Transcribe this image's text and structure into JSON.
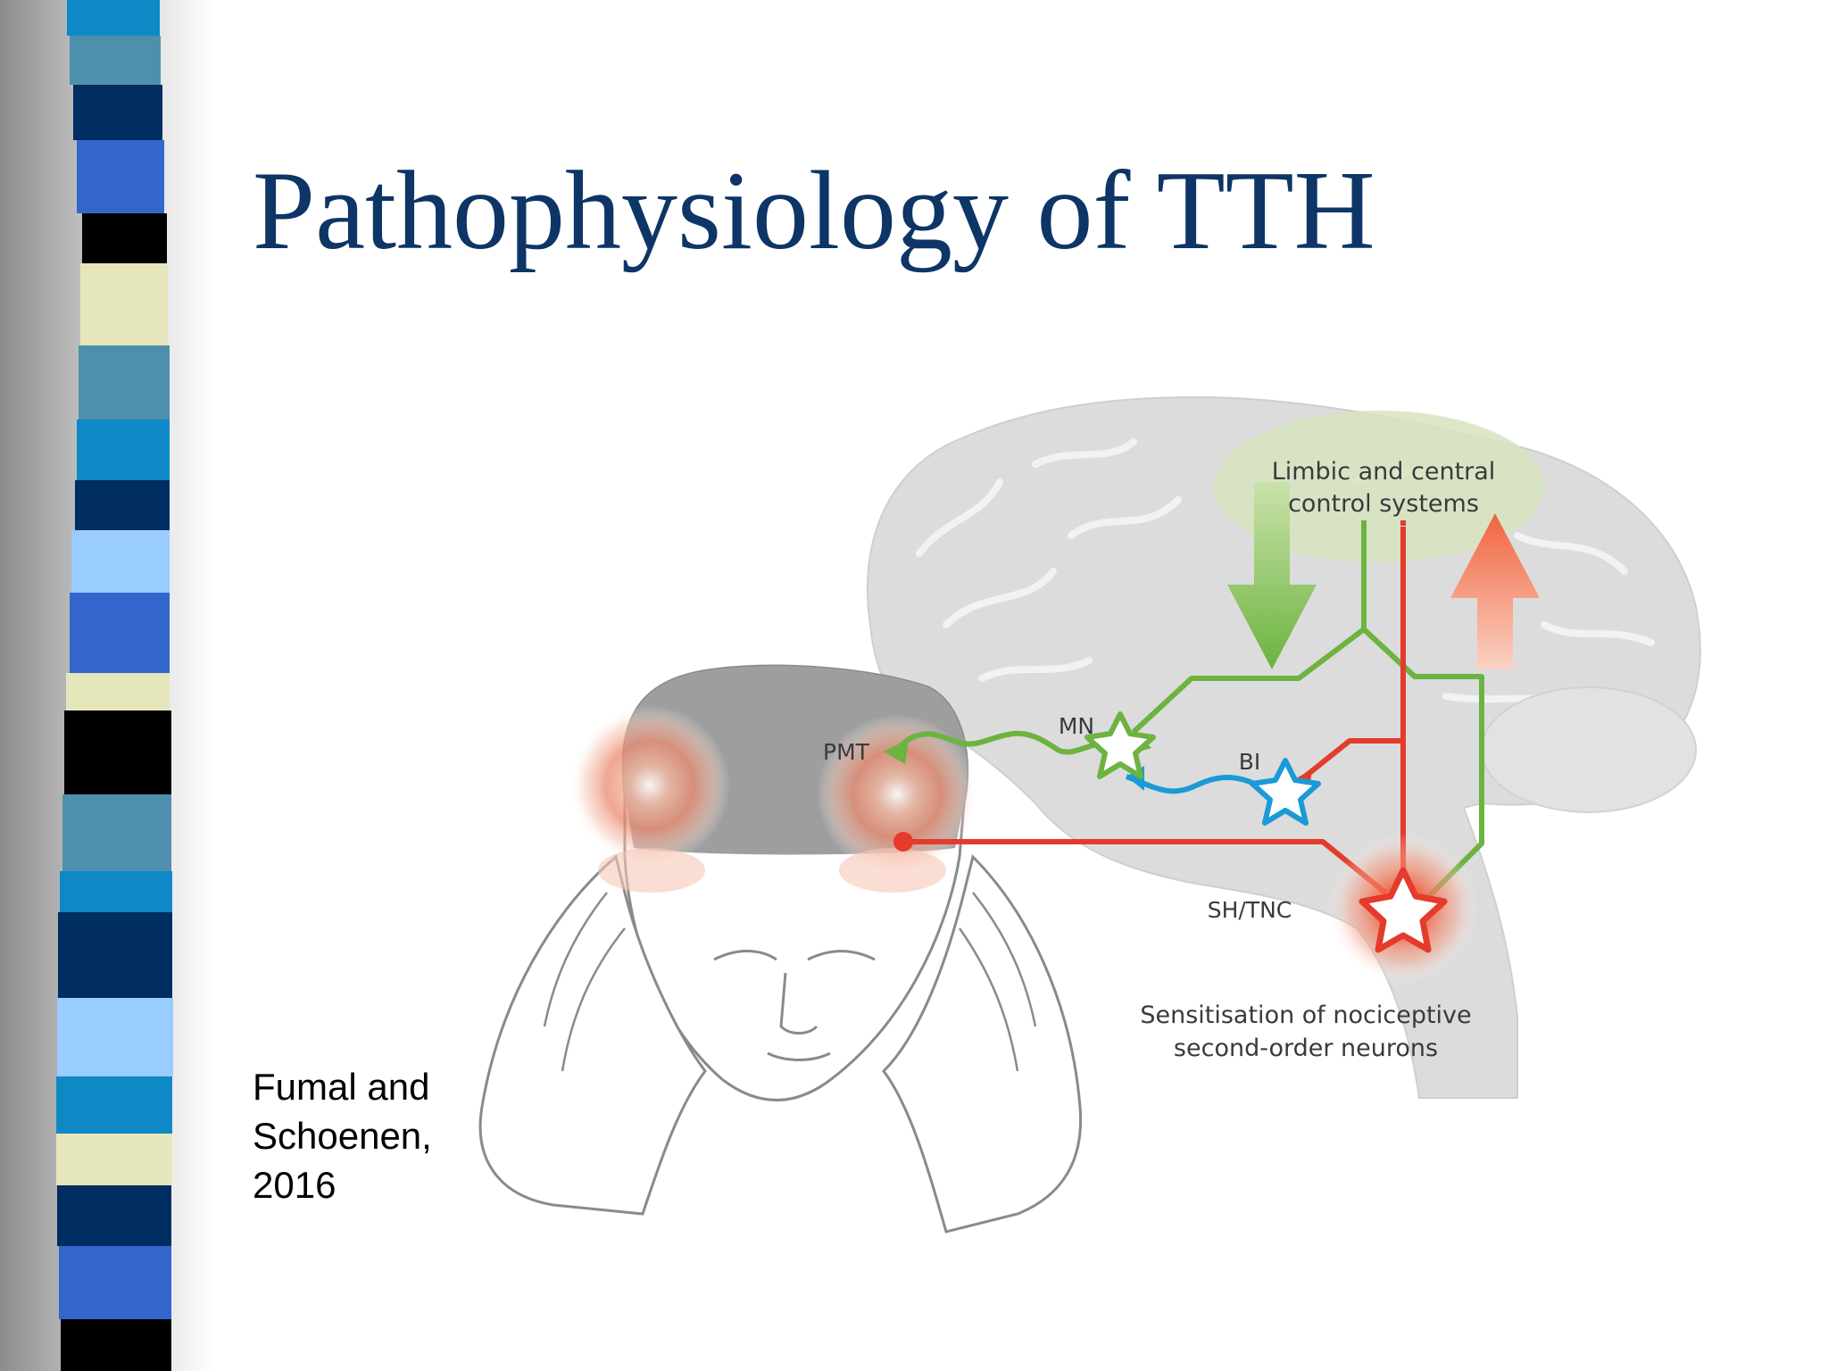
{
  "slide": {
    "title": "Pathophysiology of TTH",
    "citation": {
      "line1": "Fumal and",
      "line2": "Schoenen,",
      "line3": "2016"
    }
  },
  "diagram": {
    "labels": {
      "limbic_line1": "Limbic and central",
      "limbic_line2": "control systems",
      "mn": "MN",
      "pmt": "PMT",
      "bi": "BI",
      "shtnc": "SH/TNC",
      "sensitisation_line1": "Sensitisation of nociceptive",
      "sensitisation_line2": "second-order neurons"
    },
    "colors": {
      "title": "#0d3566",
      "green_pathway": "#6cb33f",
      "red_pathway": "#e53b2c",
      "blue_pathway": "#1a9ad6",
      "brain": "#d9dadb",
      "limbic_region": "#d7e4c0"
    }
  },
  "decor": {
    "stripe_colors": [
      "#0f89c6",
      "#4f8fae",
      "#002d62",
      "#3366cc",
      "#000000",
      "#e6e6bc",
      "#99ccff"
    ]
  }
}
